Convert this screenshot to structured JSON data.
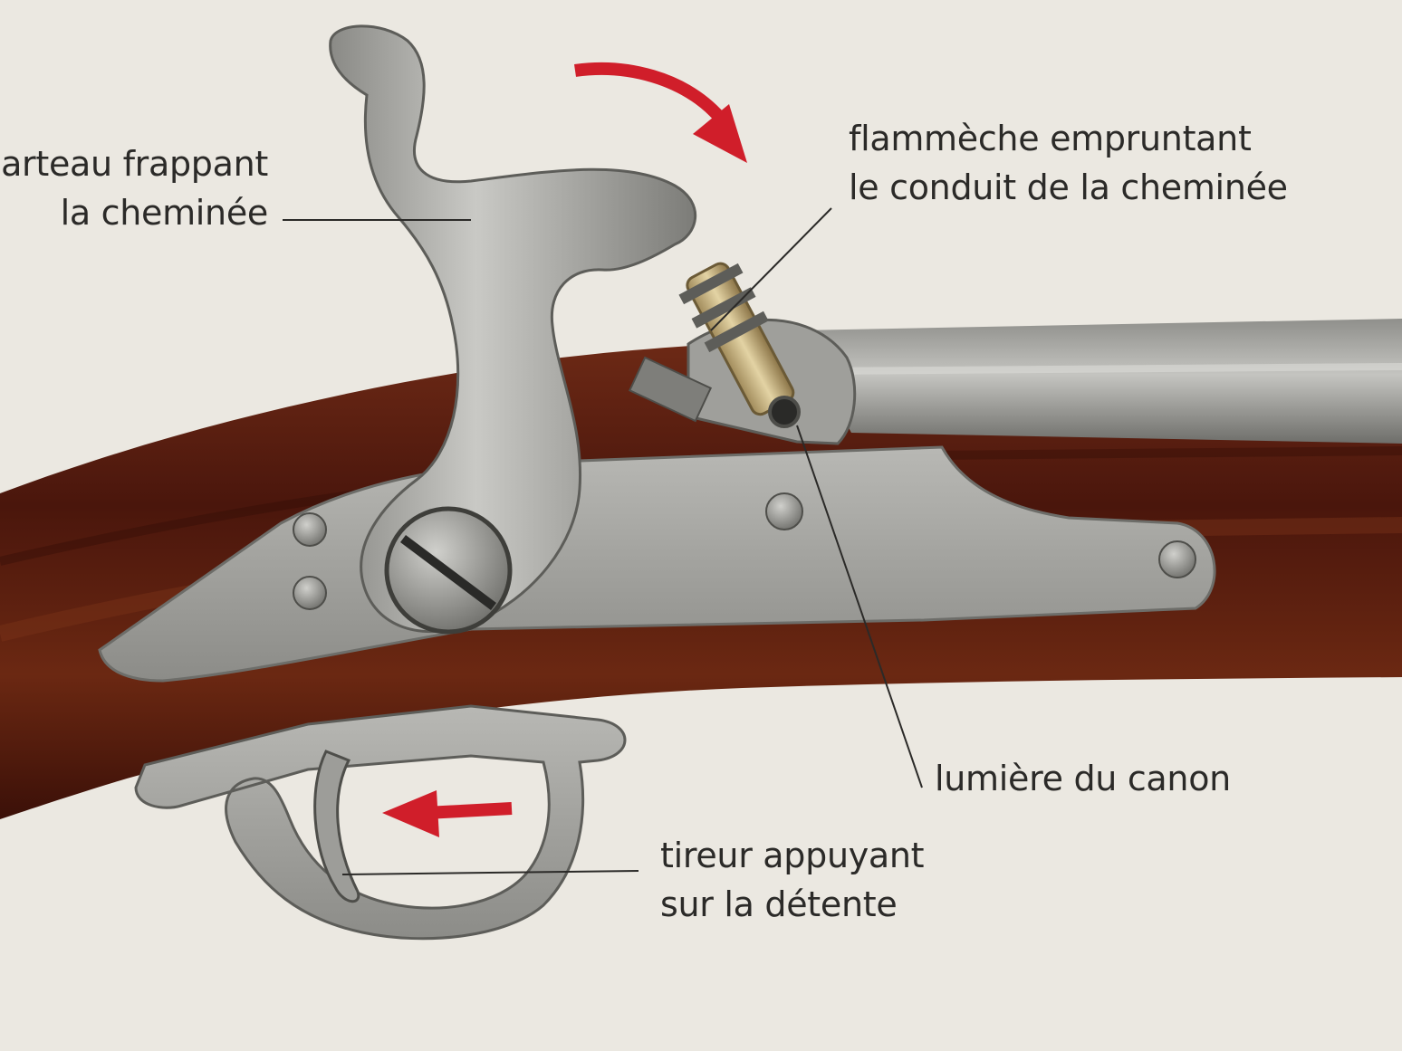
{
  "diagram": {
    "labels": {
      "hammer": {
        "line1": "arteau frappant",
        "line2": "la cheminée"
      },
      "flash": {
        "line1": "flammèche empruntant",
        "line2": "le conduit de la cheminée"
      },
      "touchhole": {
        "line1": "lumière du canon"
      },
      "trigger": {
        "line1": "tireur appuyant",
        "line2": "sur la détente"
      }
    },
    "colors": {
      "background": "#ebe8e1",
      "arrow": "#d01e2a",
      "steel": "#9a9a96",
      "wood": "#5a1e12",
      "leader": "#2b2a28"
    },
    "icons": {
      "hammer_arrow": "curved-arrow-right",
      "trigger_arrow": "arrow-left"
    }
  }
}
